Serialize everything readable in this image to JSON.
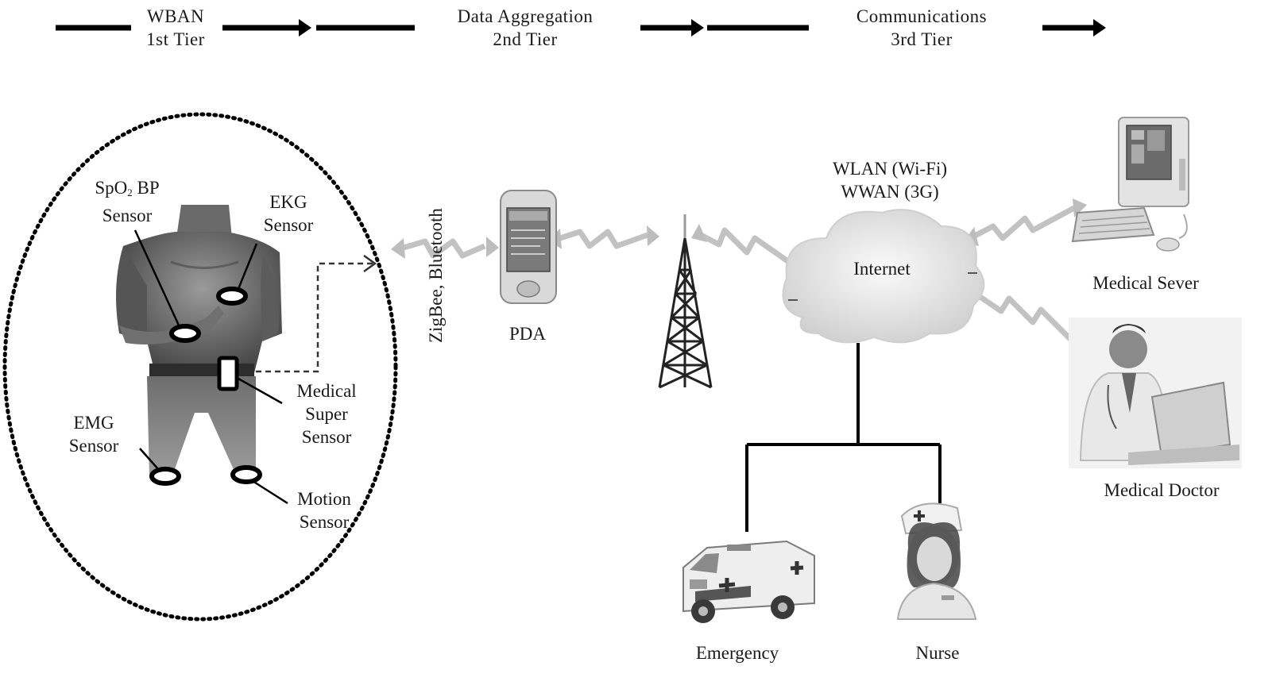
{
  "tiers": [
    {
      "name": "WBAN",
      "level": "1st Tier"
    },
    {
      "name": "Data Aggregation",
      "level": "2nd Tier"
    },
    {
      "name": "Communications",
      "level": "3rd  Tier"
    }
  ],
  "sensors": {
    "spo2_prefix": "SpO",
    "spo2_sub": "2",
    "spo2_suffix": " BP",
    "spo2_line2": "Sensor",
    "ekg_line1": "EKG",
    "ekg_line2": "Sensor",
    "medical_line1": "Medical",
    "medical_line2": "Super",
    "medical_line3": "Sensor",
    "emg_line1": "EMG",
    "emg_line2": "Sensor",
    "motion_line1": "Motion",
    "motion_line2": "Sensor"
  },
  "links": {
    "short_range": "ZigBee, Bluetooth",
    "wireless_line1": "WLAN (Wi-Fi)",
    "wireless_line2": "WWAN (3G)"
  },
  "nodes": {
    "pda": "PDA",
    "internet": "Internet",
    "server": "Medical Sever",
    "doctor": "Medical Doctor",
    "emergency": "Emergency",
    "nurse": "Nurse"
  }
}
